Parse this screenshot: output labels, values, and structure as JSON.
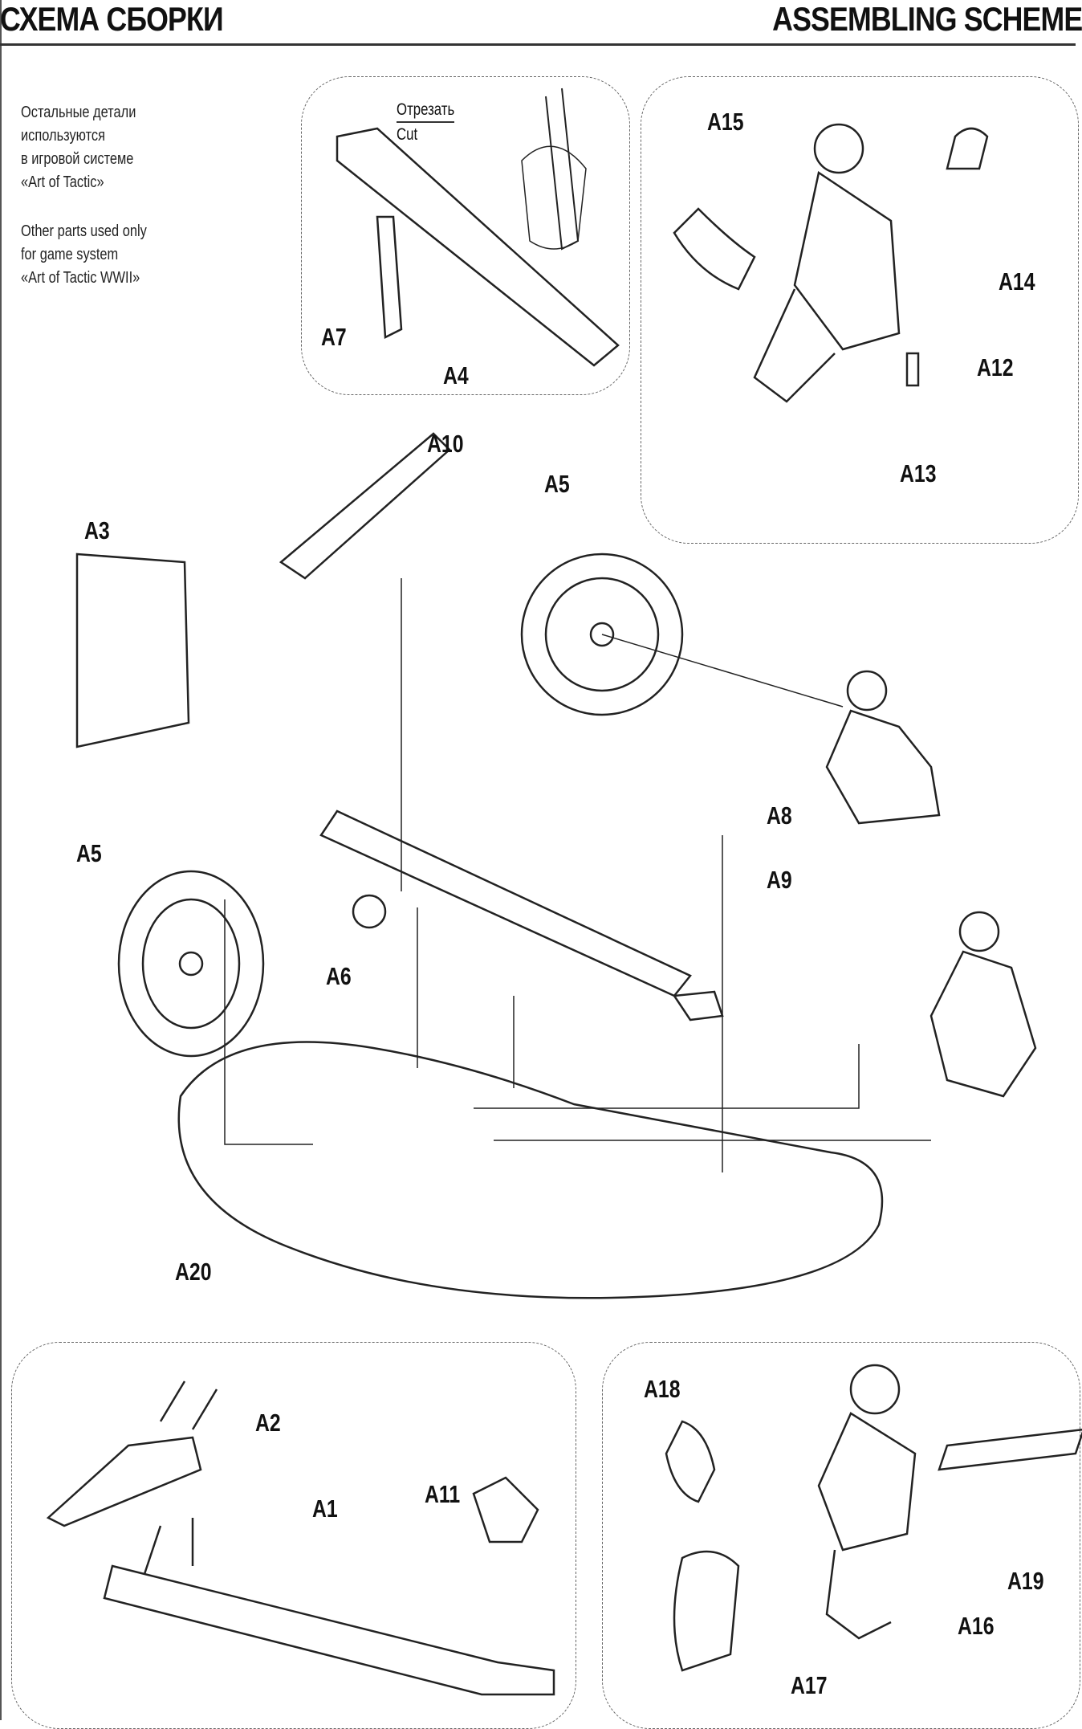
{
  "header": {
    "title_ru": "СХЕМА СБОРКИ",
    "title_en": "ASSEMBLING SCHEME"
  },
  "note": {
    "ru": [
      "Остальные детали",
      "используются",
      "в игровой системе",
      "«Art of Tactic»"
    ],
    "en": [
      "Other parts used only",
      "for game system",
      "«Art of Tactic WWII»"
    ]
  },
  "cut_note": {
    "ru": "Отрезать",
    "en": "Cut"
  },
  "labels": {
    "A1": "A1",
    "A2": "A2",
    "A3": "A3",
    "A4": "A4",
    "A5": "A5",
    "A6": "A6",
    "A7": "A7",
    "A8": "A8",
    "A9": "A9",
    "A10": "A10",
    "A11": "A11",
    "A12": "A12",
    "A13": "A13",
    "A14": "A14",
    "A15": "A15",
    "A16": "A16",
    "A17": "A17",
    "A18": "A18",
    "A19": "A19",
    "A20": "A20"
  }
}
